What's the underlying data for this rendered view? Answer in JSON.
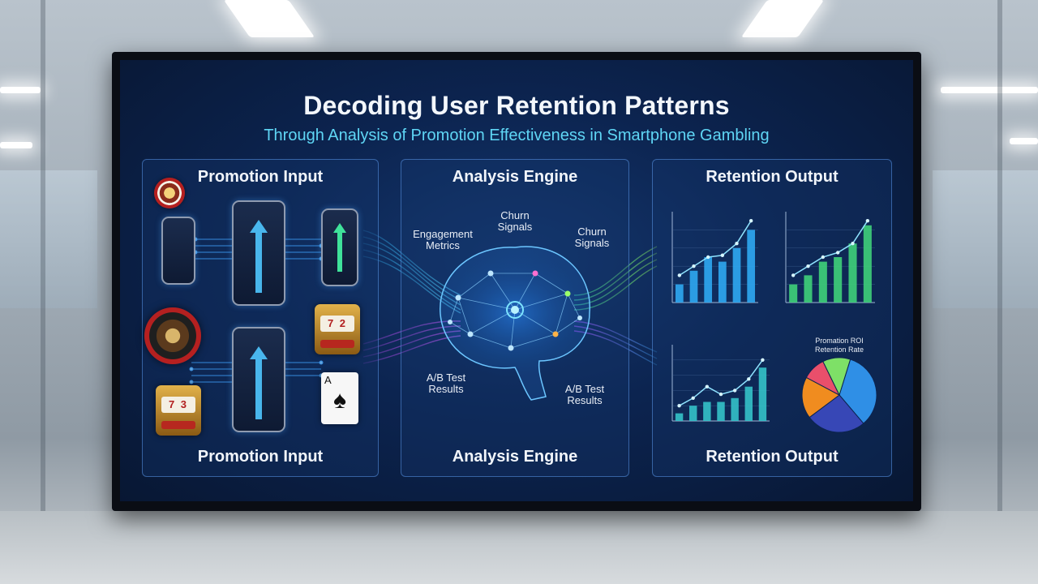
{
  "slide": {
    "title": "Decoding User Retention Patterns",
    "subtitle": "Through Analysis of Promotion Effectiveness in Smartphone Gambling"
  },
  "panels": {
    "input": {
      "head": "Promotion Input",
      "foot": "Promotion Input"
    },
    "engine": {
      "head": "Analysis Engine",
      "foot": "Analysis Engine"
    },
    "output": {
      "head": "Retention Output",
      "foot": "Retention Output"
    }
  },
  "brain_labels": {
    "engagement": "Engagement\nMetrics",
    "churn_top": "Churn\nSignals",
    "churn_right": "Churn\nSignals",
    "ab_left": "A/B Test\nResults",
    "ab_right": "A/B Test\nResults"
  },
  "icons": {
    "slot_top_reels": "7 2",
    "slot_bottom_reels": "7 3",
    "card_rank": "A",
    "card_suit": "♠"
  },
  "pie_caption": {
    "line1": "Promation ROI",
    "line2": "Retention Rate"
  },
  "chart_data": [
    {
      "type": "bar",
      "values": [
        2,
        3.5,
        5,
        4.5,
        6,
        8
      ],
      "line": [
        3,
        4,
        5,
        5.2,
        6.5,
        9
      ],
      "color": "#2fa9f2"
    },
    {
      "type": "bar",
      "values": [
        2,
        3,
        4.5,
        5,
        6.5,
        8.5
      ],
      "line": [
        3,
        4,
        5,
        5.5,
        6.5,
        9
      ],
      "color": "#3fd07a"
    },
    {
      "type": "bar",
      "values": [
        1,
        2,
        2.5,
        2.5,
        3,
        4.5,
        7
      ],
      "line": [
        2,
        3,
        4.5,
        3.5,
        4,
        5.5,
        8
      ],
      "color": "#34c2c9"
    },
    {
      "type": "pie",
      "values": [
        34,
        26,
        18,
        10,
        12
      ],
      "colors": [
        "#2f8fe6",
        "#3747b6",
        "#f08c1f",
        "#e94f6b",
        "#7ee067"
      ]
    }
  ]
}
